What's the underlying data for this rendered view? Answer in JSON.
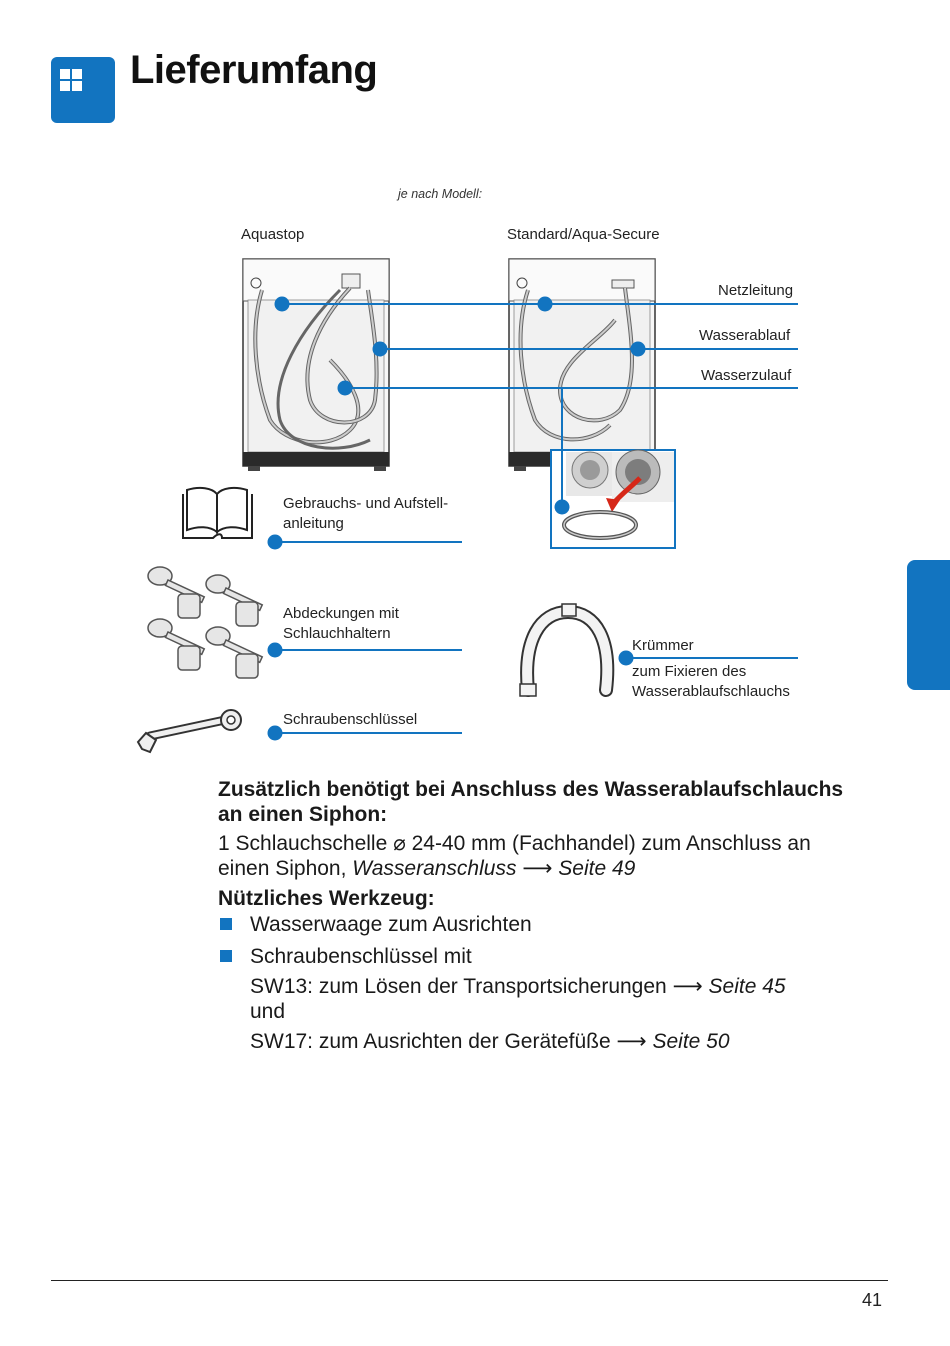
{
  "header": {
    "title": "Lieferumfang",
    "icon": "grid-icon"
  },
  "diagram": {
    "caption": "je nach Modell:",
    "model_left": "Aquastop",
    "model_right": "Standard/Aqua-Secure",
    "callouts": {
      "netzleitung": "Netzleitung",
      "wasserablauf": "Wasserablauf",
      "wasserzulauf": "Wasserzulauf"
    },
    "items": {
      "manual_line1": "Gebrauchs- und Aufstell-",
      "manual_line2": "anleitung",
      "covers_line1": "Abdeckungen mit",
      "covers_line2": "Schlauchhaltern",
      "wrench": "Schraubenschlüssel",
      "elbow_title": "Krümmer",
      "elbow_line1": "zum Fixieren des",
      "elbow_line2": "Wasserablaufschlauchs"
    },
    "accent_color": "#1274c0",
    "arrow_color": "#d62718"
  },
  "content": {
    "siphon_heading_line1": "Zusätzlich benötigt bei Anschluss des Wasserablaufschlauchs",
    "siphon_heading_line2": "an einen Siphon:",
    "siphon_text_line1": "1 Schlauchschelle ⌀ 24-40 mm (Fachhandel) zum Anschluss an",
    "siphon_text_line2_prefix": "einen Siphon, ",
    "siphon_text_line2_link": "Wasseranschluss",
    "siphon_text_line2_page": "Seite 49",
    "tools_heading": "Nützliches Werkzeug:",
    "bullets": [
      "Wasserwaage zum Ausrichten",
      "Schraubenschlüssel mit"
    ],
    "sw13_text": "SW13: zum Lösen der Transportsicherungen",
    "sw13_page": "Seite 45",
    "und": "und",
    "sw17_text": "SW17: zum Ausrichten der Gerätefüße",
    "sw17_page": "Seite 50",
    "arrow": "⟶"
  },
  "footer": {
    "page_number": "41"
  }
}
